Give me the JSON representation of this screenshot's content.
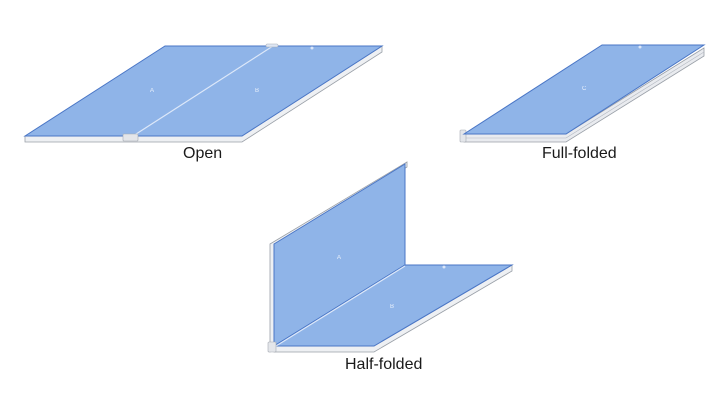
{
  "states": [
    {
      "id": "open",
      "label": "Open",
      "panel_marks": [
        "A",
        "B"
      ]
    },
    {
      "id": "full_folded",
      "label": "Full-folded",
      "panel_marks": [
        "C"
      ]
    },
    {
      "id": "half_folded",
      "label": "Half-folded",
      "panel_marks": [
        "A",
        "B"
      ]
    }
  ],
  "colors": {
    "panel_fill": "#8fb4e8",
    "panel_stroke": "#4a76c6",
    "edge_fill": "#eef0f3",
    "edge_stroke": "#9aa0a8",
    "background": "#ffffff"
  }
}
